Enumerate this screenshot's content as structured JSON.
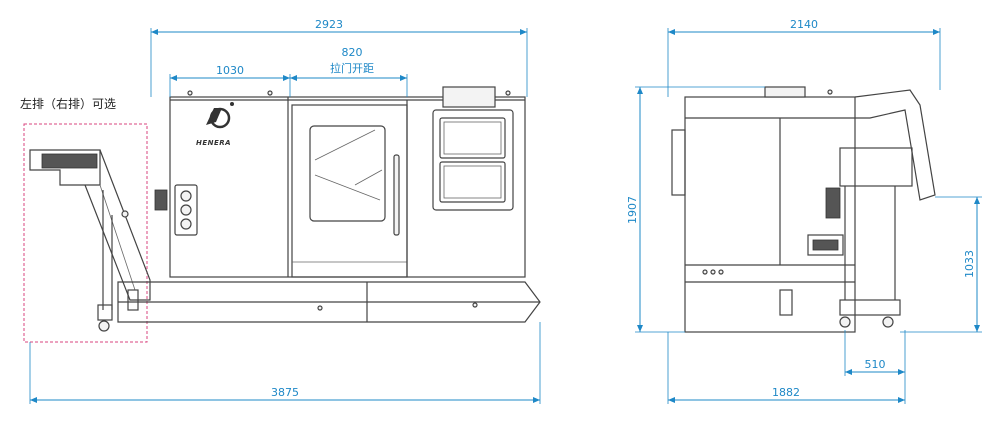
{
  "dimensions": {
    "front_overall_width": "2923",
    "door_opening_width": "820",
    "door_opening_label": "拉门开距",
    "spindle_offset": "1030",
    "front_total_with_conveyor": "3875",
    "side_depth": "2140",
    "height": "1907",
    "conveyor_height": "1033",
    "conveyor_offset": "510",
    "side_total_depth": "1882"
  },
  "notes": {
    "chip_conveyor": "左排（右排）可选"
  },
  "logo": {
    "brand_text": "HENERA"
  },
  "colors": {
    "dimension": "#1e88c7",
    "outline": "#444444",
    "optional_box": "#d9457f"
  }
}
